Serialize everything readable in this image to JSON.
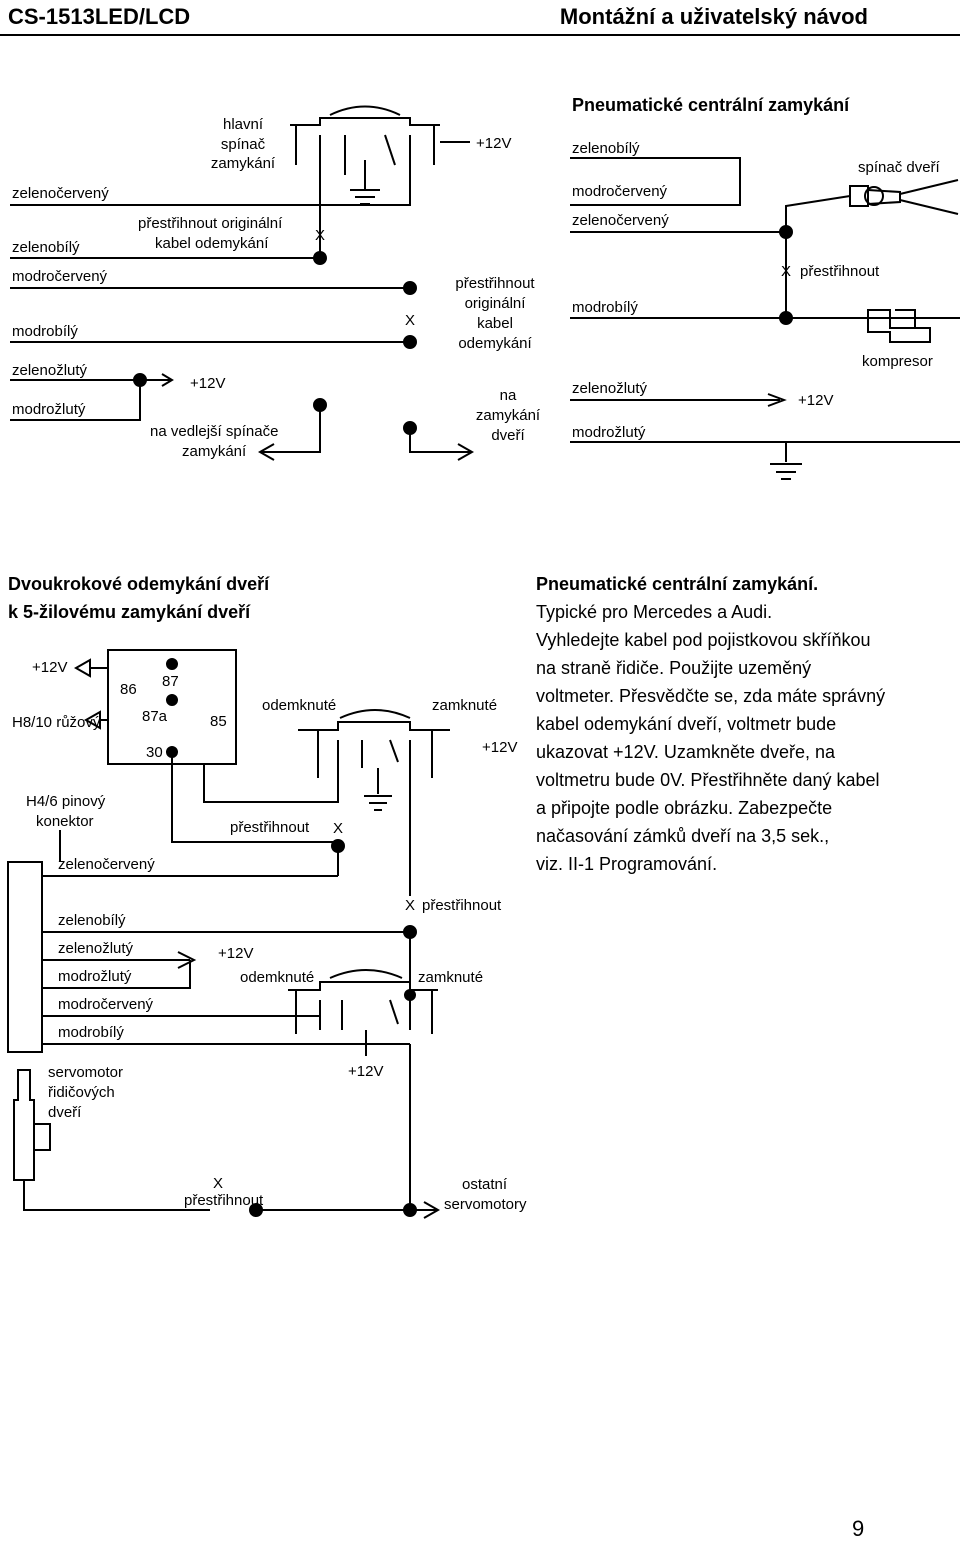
{
  "header": {
    "model": "CS-1513LED/LCD",
    "title": "Montážní a uživatelský návod"
  },
  "diagram1": {
    "main_switch_label": [
      "hlavní",
      "spínač",
      "zamykání"
    ],
    "cut_original_unlock_label": [
      "přestřihnout originální",
      "kabel odemykání"
    ],
    "plus12v_top": "+12V",
    "plus12v_mid": "+12V",
    "to_aux_switches": [
      "na vedlejší spínače",
      "zamykání"
    ],
    "cut_original_cable": [
      "přestřihnout",
      "originální",
      "kabel",
      "odemykání"
    ],
    "to_door_lock": [
      "na",
      "zamykání",
      "dveří"
    ],
    "wires_left": [
      "zelenočervený",
      "zelenobílý",
      "modročervený",
      "modrobílý",
      "zelenožlutý",
      "modrožlutý"
    ]
  },
  "diagram2": {
    "title": "Pneumatické centrální zamykání",
    "wires": [
      "zelenobílý",
      "modročervený",
      "zelenočervený",
      "modrobílý",
      "zelenožlutý",
      "modrožlutý"
    ],
    "door_switch": "spínač dveří",
    "cut": "přestřihnout",
    "compressor": "kompresor",
    "plus12v": "+12V"
  },
  "section_left": {
    "title_line1": "Dvoukrokové odemykání dveří",
    "title_line2": "k 5-žilovému zamykání dveří"
  },
  "section_right": {
    "title": "Pneumatické centrální zamykání.",
    "lines": [
      "Typické pro Mercedes a Audi.",
      "Vyhledejte kabel pod pojistkovou skříňkou",
      "na straně řidiče. Použijte uzeměný",
      "voltmeter. Přesvědčte se, zda máte správný",
      "kabel odemykání dveří, voltmetr bude",
      "ukazovat +12V. Uzamkněte dveře, na",
      "voltmetru bude 0V. Přestřihněte daný kabel",
      "a připojte podle obrázku. Zabezpečte",
      "načasování zámků dveří na 3,5 sek.,",
      "viz. II-1 Programování."
    ]
  },
  "diagram3": {
    "plus12v_relay": "+12V",
    "h8_pink": "H8/10 růžový",
    "h4_connector": [
      "H4/6 pinový",
      "konektor"
    ],
    "relay_pins": [
      "86",
      "87",
      "87a",
      "85",
      "30"
    ],
    "unlocked": "odemknuté",
    "locked": "zamknuté",
    "plus12v_a": "+12V",
    "cut_a": "přestřihnout",
    "cut_b": "přestřihnout",
    "wires": [
      "zelenočervený",
      "zelenobílý",
      "zelenožlutý",
      "modrožlutý",
      "modročervený",
      "modrobílý"
    ],
    "plus12v_b": "+12V",
    "unlocked_b": "odemknuté",
    "locked_b": "zamknuté",
    "plus12v_c": "+12V",
    "servo_driver": [
      "servomotor",
      "řidičových",
      "dveří"
    ],
    "cut_c": "přestřihnout",
    "other_servos": [
      "ostatní",
      "servomotory"
    ]
  },
  "page_number": "9"
}
